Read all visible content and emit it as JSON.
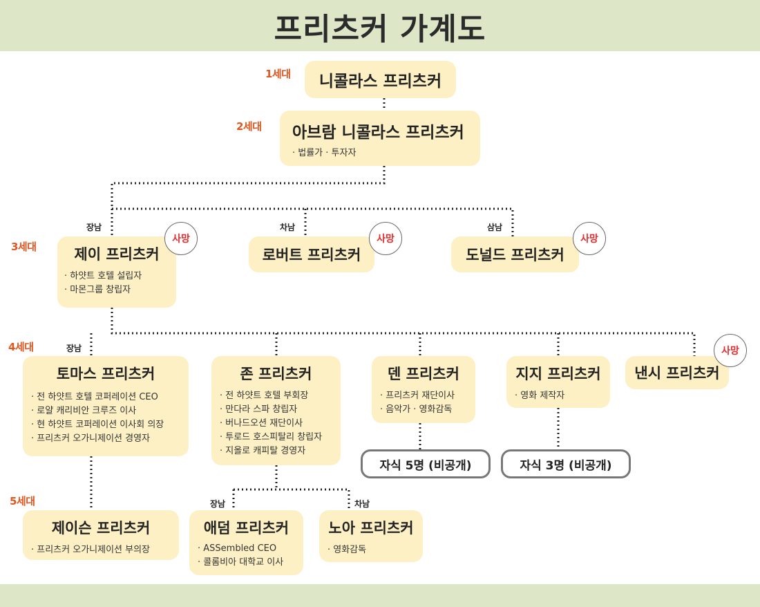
{
  "title": "프리츠커 가계도",
  "generations": {
    "g1": "1세대",
    "g2": "2세대",
    "g3": "3세대",
    "g4": "4세대",
    "g5": "5세대"
  },
  "relations": {
    "jay": "장남",
    "robert": "차남",
    "donald": "삼남",
    "thomas": "장남",
    "adam": "장남",
    "noah": "차남"
  },
  "deceased_label": "사망",
  "people": {
    "nicholas": {
      "name": "니콜라스 프리츠커"
    },
    "abram": {
      "name": "아브람 니콜라스 프리츠커",
      "details": [
        "· 법률가 · 투자자"
      ]
    },
    "jay": {
      "name": "제이 프리츠커",
      "details": [
        "· 하얏트 호텔 설립자",
        "· 마몬그룹 창립자"
      ]
    },
    "robert": {
      "name": "로버트 프리츠커"
    },
    "donald": {
      "name": "도널드 프리츠커"
    },
    "thomas": {
      "name": "토마스 프리츠커",
      "details": [
        "· 전 하얏트 호텔 코퍼레이션 CEO",
        "· 로얄 캐리비안 크루즈 이사",
        "· 현 하얏트 코퍼레이션 이사회 의장",
        "· 프리츠커 오가니제이션 경영자"
      ]
    },
    "john": {
      "name": "존 프리츠커",
      "details": [
        "· 전 하얏트 호텔 부회장",
        "· 만다라 스파 창립자",
        "· 버나드오션 재단이사",
        "· 투로드 호스피탈리 창립자",
        "· 지올로 캐피탈 경영자"
      ]
    },
    "dan": {
      "name": "덴 프리츠커",
      "details": [
        "· 프리츠커 재단이사",
        "· 음악가 · 영화감독"
      ]
    },
    "gigi": {
      "name": "지지 프리츠커",
      "details": [
        "· 영화 제작자"
      ]
    },
    "nancy": {
      "name": "낸시 프리츠커"
    },
    "jason": {
      "name": "제이슨 프리츠커",
      "details": [
        "· 프리츠커 오가니제이션 부의장"
      ]
    },
    "adam": {
      "name": "애덤 프리츠커",
      "details": [
        "· ASSembled CEO",
        "· 콜롬비아 대학교 이사"
      ]
    },
    "noah": {
      "name": "노아 프리츠커",
      "details": [
        "· 영화감독"
      ]
    }
  },
  "children_notes": {
    "dan": "자식 5명 (비공개)",
    "gigi": "자식 3명 (비공개)"
  },
  "colors": {
    "band": "#dde6c6",
    "card": "#fdf0c4",
    "generation_label": "#e2561f",
    "deceased": "#e52b2b"
  }
}
